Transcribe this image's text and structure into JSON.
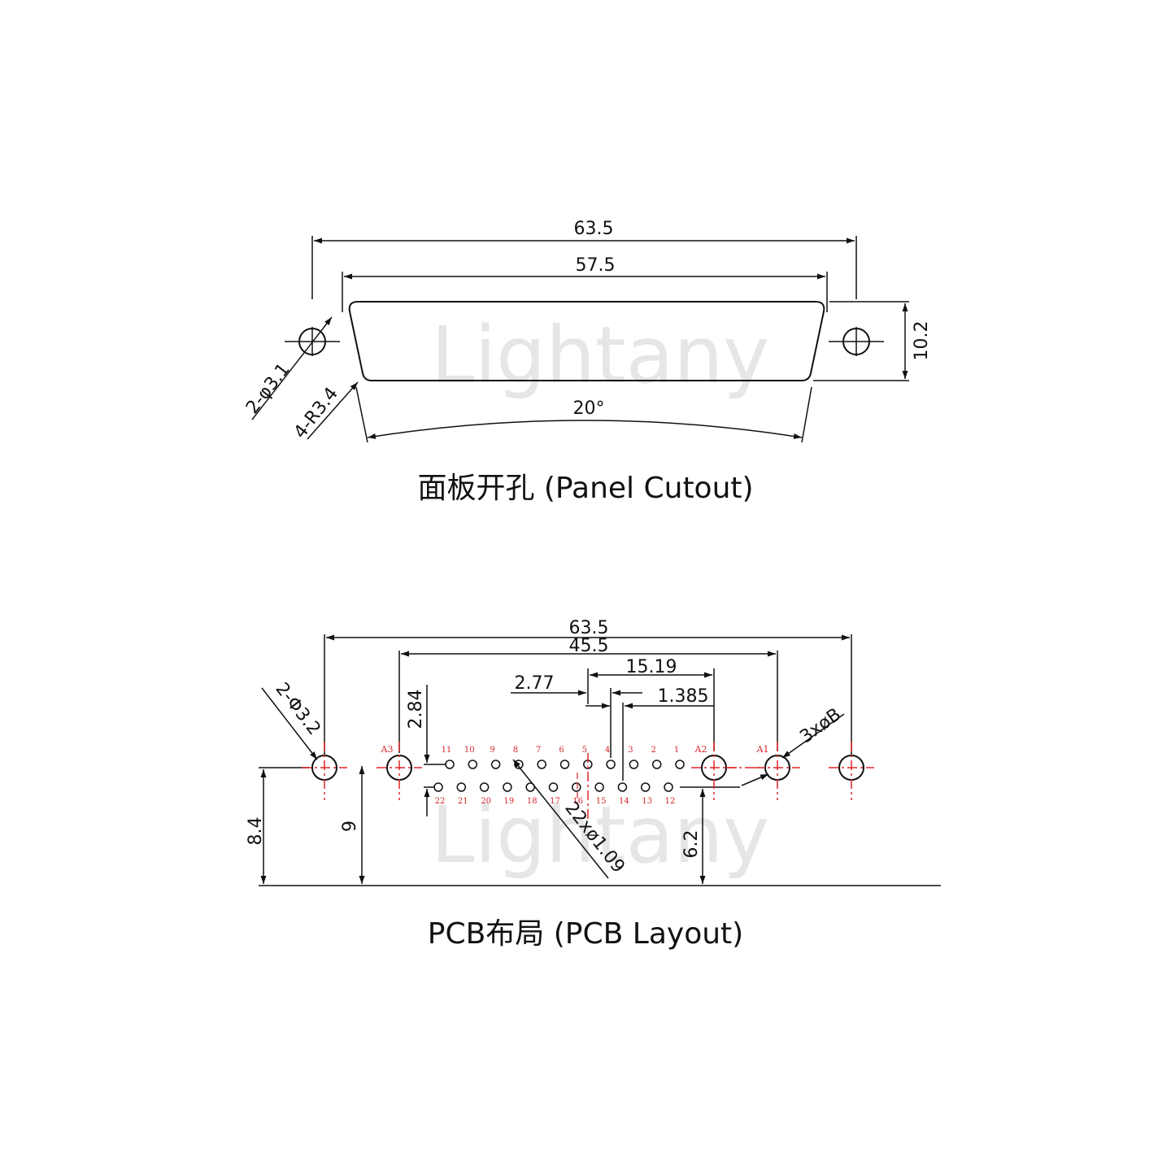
{
  "watermark": "Lightany",
  "panel": {
    "title": "面板开孔 (Panel Cutout)",
    "dims": {
      "overall": "63.5",
      "inner": "57.5",
      "height": "10.2",
      "hole": "2-φ3.1",
      "radius": "4-R3.4",
      "angle": "20°"
    }
  },
  "pcb": {
    "title": "PCB布局 (PCB Layout)",
    "dims": {
      "overall": "63.5",
      "inner": "45.5",
      "right_span": "15.19",
      "pitch": "2.77",
      "half_pitch": "1.385",
      "row_gap": "2.84",
      "mount_hole": "2-Φ3.2",
      "coax_hole": "3xøB",
      "signal_hole": "22xø1.09",
      "h1": "8.4",
      "h2": "9",
      "h3": "6.2"
    },
    "coax_labels": [
      "A3",
      "A2",
      "A1"
    ],
    "top_row": [
      "11",
      "10",
      "9",
      "8",
      "7",
      "6",
      "5",
      "4",
      "3",
      "2",
      "1"
    ],
    "bottom_row": [
      "22",
      "21",
      "20",
      "19",
      "18",
      "17",
      "16",
      "15",
      "14",
      "13",
      "12"
    ],
    "colors": {
      "centerline": "#e0262a",
      "line": "#111111",
      "watermark": "#e6e6e6"
    }
  }
}
